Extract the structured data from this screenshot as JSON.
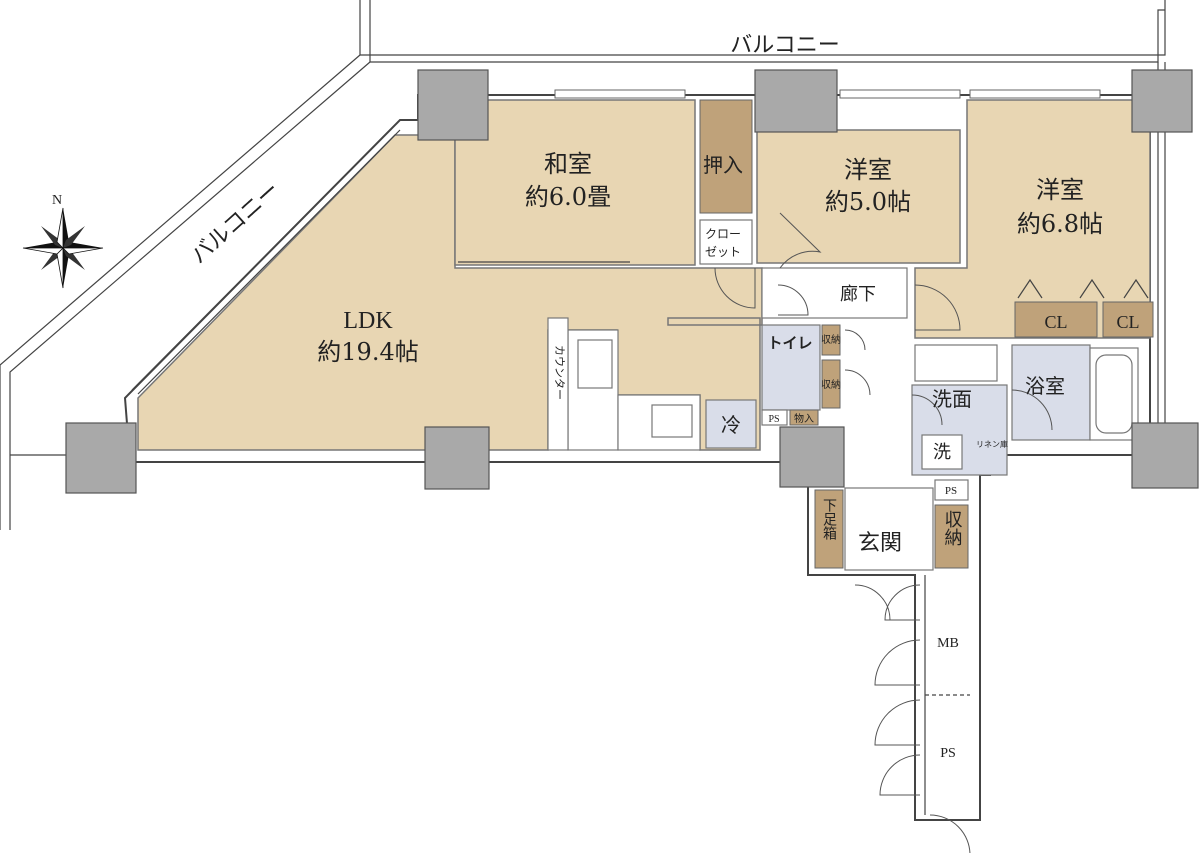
{
  "labels": {
    "balcony_top": "バルコニー",
    "balcony_left": "バルコニー",
    "compass_n": "N",
    "washitsu_name": "和室",
    "washitsu_size": "約6.0畳",
    "oshiire": "押入",
    "closet_1": "クロー",
    "closet_2": "ゼット",
    "yoshitsu1_name": "洋室",
    "yoshitsu1_size": "約5.0帖",
    "yoshitsu2_name": "洋室",
    "yoshitsu2_size": "約6.8帖",
    "ldk_name": "LDK",
    "ldk_size": "約19.4帖",
    "counter": "カウンター",
    "fridge": "冷",
    "corridor": "廊下",
    "toilet": "トイレ",
    "shuno_small_1": "収納",
    "shuno_small_2": "収納",
    "ps_toilet": "PS",
    "monoire": "物入",
    "cl_1": "CL",
    "cl_2": "CL",
    "senmen": "洗面",
    "yokushitsu": "浴室",
    "sen": "洗",
    "linen": "リネン庫",
    "ps_entry": "PS",
    "getabako": "下足箱",
    "genkan": "玄関",
    "shuno_entry": "収納",
    "mb": "MB",
    "ps_outside": "PS"
  },
  "colors": {
    "floor": "#e8d6b3",
    "storage": "#bfa27a",
    "pillar": "#a9a9a9",
    "wet": "#d9dde9"
  }
}
